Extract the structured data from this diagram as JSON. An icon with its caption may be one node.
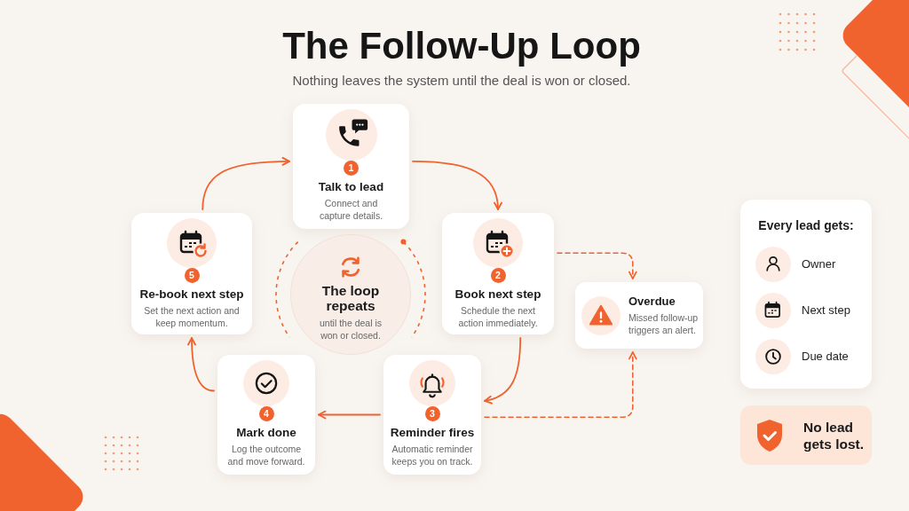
{
  "diagram": {
    "title": "The Follow-Up Loop",
    "nodes": [
      {
        "text": [
          "1",
          "Talk to lead",
          "Connect and capture details."
        ]
      },
      {
        "text": [
          "2",
          "Book next step",
          "Schedule the next action immediately."
        ]
      },
      {
        "text": [
          "3",
          "Reminder fires",
          "Automatic reminder keeps you on track."
        ]
      },
      {
        "text": [
          "4",
          "Mark done",
          "Log the outcome and move forward."
        ]
      },
      {
        "text": [
          "5",
          "Re-book next step",
          "Set the next action and keep momentum."
        ]
      },
      {
        "text": [
          "The loop repeats",
          "until the deal is won or closed."
        ]
      },
      {
        "text": [
          "Overdue",
          "Missed follow-up triggers an alert."
        ]
      },
      {
        "text": [
          "Every lead gets:",
          "Owner",
          "Next step",
          "Due date"
        ]
      },
      {
        "text": [
          "No lead gets lost."
        ]
      }
    ],
    "edges": [
      {
        "from": 0,
        "to": 1,
        "arrow": "to"
      },
      {
        "from": 1,
        "to": 2,
        "arrow": "to"
      },
      {
        "from": 2,
        "to": 3,
        "arrow": "to"
      },
      {
        "from": 3,
        "to": 4,
        "arrow": "to"
      },
      {
        "from": 4,
        "to": 0,
        "arrow": "to"
      },
      {
        "from": 1,
        "to": 6,
        "arrow": "to",
        "style": "dashed"
      },
      {
        "from": 2,
        "to": 6,
        "arrow": "to",
        "style": "dashed"
      }
    ],
    "labels": [
      "Nothing leaves the system until the deal is won or closed."
    ]
  }
}
